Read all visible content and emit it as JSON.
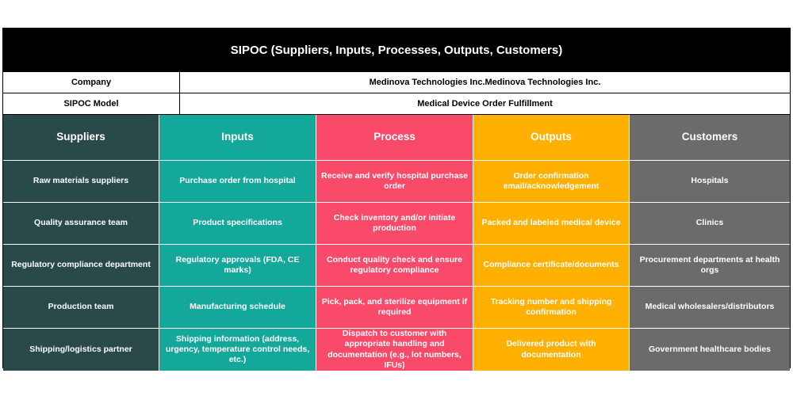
{
  "title": "SIPOC (Suppliers, Inputs, Processes, Outputs, Customers)",
  "company": {
    "label": "Company",
    "value": "Medinova Technologies Inc.Medinova Technologies Inc."
  },
  "model": {
    "label": "SIPOC Model",
    "value": "Medical Device Order Fulfillment"
  },
  "columns": [
    {
      "header": "Suppliers",
      "color": "#2a4a4a",
      "items": [
        "Raw materials suppliers",
        "Quality assurance team",
        "Regulatory compliance department",
        "Production team",
        "Shipping/logistics partner"
      ]
    },
    {
      "header": "Inputs",
      "color": "#14a89b",
      "items": [
        "Purchase order from hospital",
        "Product specifications",
        "Regulatory approvals (FDA, CE marks)",
        "Manufacturing schedule",
        "Shipping information (address, urgency, temperature control needs, etc.)"
      ]
    },
    {
      "header": "Process",
      "color": "#fa4a6a",
      "items": [
        "Receive and verify hospital purchase order",
        "Check inventory and/or initiate production",
        "Conduct quality check and ensure regulatory compliance",
        "Pick, pack, and sterilize equipment if required",
        "Dispatch to customer with appropriate handling and documentation (e.g., lot numbers, IFUs)"
      ]
    },
    {
      "header": "Outputs",
      "color": "#ffb000",
      "items": [
        "Order confirmation email/acknowledgement",
        "Packed and labeled medical device",
        "Compliance certificate/documents",
        "Tracking number and shipping confirmation",
        "Delivered product with documentation"
      ]
    },
    {
      "header": "Customers",
      "color": "#6b6b6b",
      "items": [
        "Hospitals",
        "Clinics",
        "Procurement departments at health orgs",
        "Medical wholesalers/distributors",
        "Government healthcare bodies"
      ]
    }
  ]
}
